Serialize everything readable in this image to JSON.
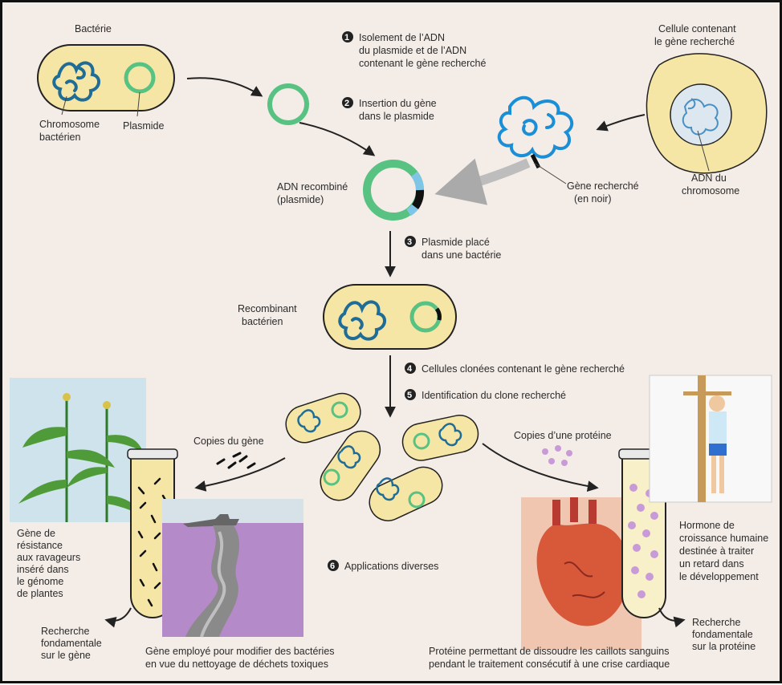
{
  "colors": {
    "background": "#f4ece6",
    "cell_fill": "#f6e6a6",
    "plasmid": "#58c283",
    "chromosome": "#1f6d96",
    "human_dna": "#1a8fd8",
    "arrow": "#222222",
    "protein": "#c89bd8"
  },
  "labels": {
    "bacterium": "Bactérie",
    "chromosome_bact_1": "Chromosome",
    "chromosome_bact_2": "bactérien",
    "plasmid": "Plasmide",
    "cell_gene_1": "Cellule contenant",
    "cell_gene_2": "le gène recherché",
    "dna_chrom_1": "ADN du",
    "dna_chrom_2": "chromosome",
    "gene_black_1": "Gène recherché",
    "gene_black_2": "(en noir)",
    "recomb_dna_1": "ADN recombiné",
    "recomb_dna_2": "(plasmide)",
    "recomb_bact_1": "Recombinant",
    "recomb_bact_2": "bactérien",
    "gene_copies": "Copies du gène",
    "protein_copies": "Copies d’une protéine",
    "resistance": [
      "Gène de",
      "résistance",
      "aux ravageurs",
      "inséré dans",
      "le génome",
      "de plantes"
    ],
    "research_gene": [
      "Recherche",
      "fondamentale",
      "sur le gène"
    ],
    "toxic_cleanup": [
      "Gène employé pour modifier des bactéries",
      "en vue du nettoyage de déchets toxiques"
    ],
    "clot": [
      "Protéine permettant de dissoudre les caillots sanguins",
      "pendant le traitement consécutif à une crise cardiaque"
    ],
    "hormone": [
      "Hormone de",
      "croissance humaine",
      "destinée à traiter",
      "un retard dans",
      "le développement"
    ],
    "research_protein": [
      "Recherche",
      "fondamentale",
      "sur la protéine"
    ]
  },
  "steps": [
    {
      "num": "1",
      "lines": [
        "Isolement de l’ADN",
        "du plasmide et de l’ADN",
        "contenant le gène recherché"
      ]
    },
    {
      "num": "2",
      "lines": [
        "Insertion du gène",
        "dans le plasmide"
      ]
    },
    {
      "num": "3",
      "lines": [
        "Plasmide placé",
        "dans une bactérie"
      ]
    },
    {
      "num": "4",
      "lines": [
        "Cellules clonées contenant le gène recherché"
      ]
    },
    {
      "num": "5",
      "lines": [
        "Identification du clone recherché"
      ]
    },
    {
      "num": "6",
      "lines": [
        "Applications diverses"
      ]
    }
  ]
}
